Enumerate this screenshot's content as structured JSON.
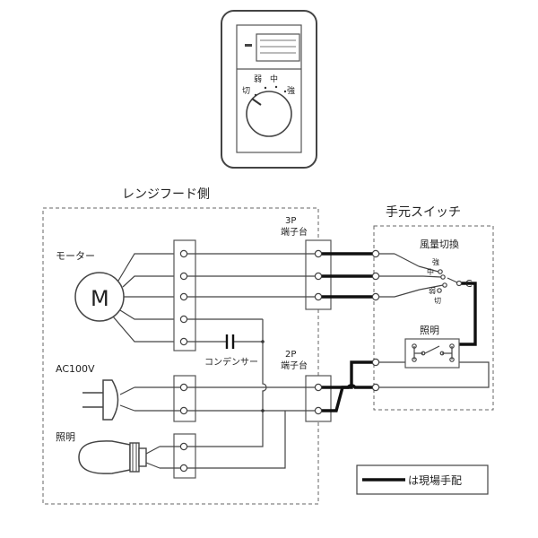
{
  "switch_face": {
    "dial_labels": {
      "off": "切",
      "weak": "弱",
      "mid": "中",
      "strong": "強"
    }
  },
  "labels": {
    "range_hood_side": "レンジフード側",
    "hand_switch": "手元スイッチ",
    "motor": "モーター",
    "motor_symbol": "M",
    "ac100v": "AC100V",
    "lighting_left": "照明",
    "capacitor": "コンデンサー",
    "terminal_3p_line1": "3P",
    "terminal_3p_line2": "端子台",
    "terminal_2p_line1": "2P",
    "terminal_2p_line2": "端子台",
    "airflow_switch": "風量切換",
    "sw_strong": "強",
    "sw_mid": "中",
    "sw_weak": "弱",
    "sw_off": "切",
    "common": "C",
    "lighting_switch": "照明",
    "legend": "は現場手配"
  }
}
